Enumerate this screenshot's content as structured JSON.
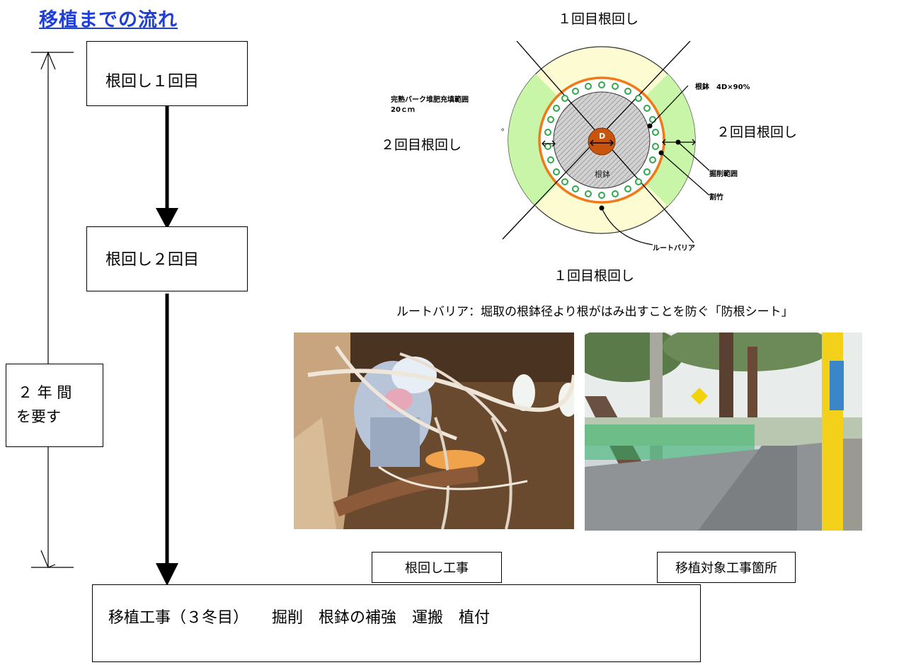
{
  "title": "移植までの流れ",
  "flow": {
    "step1": "根回し１回目",
    "step2": "根回し２回目",
    "step3": "移植工事（３冬目）　　掘削　根鉢の補強　運搬　植付",
    "duration_line1": "２ 年 間",
    "duration_line2": "を要す"
  },
  "diagram": {
    "top_label": "１回目根回し",
    "bottom_label": "１回目根回し",
    "left_label": "２回目根回し",
    "right_label": "２回目根回し",
    "fill_range_line1": "完熟バーク堆肥充填範囲",
    "fill_range_line2": "20ｃｍ",
    "rootball_size": "根鉢　4D×90%",
    "excavation_range": "掘削範囲",
    "split_bamboo": "割竹",
    "root_barrier": "ルートバリア",
    "center_label": "D",
    "rootball_label": "根鉢",
    "dot_mark": "。"
  },
  "note": "ルートバリア：堀取の根鉢径より根がはみ出すことを防ぐ「防根シート」",
  "photos": {
    "left_caption": "根回し工事",
    "right_caption": "移植対象工事箇所"
  },
  "colors": {
    "title": "#1f3fd8",
    "outer_ring": "#fdfbd2",
    "green_zone": "#c8f5a8",
    "orange_ring": "#f07a1a",
    "center": "#c8550e",
    "bamboo": "#2fa84a"
  }
}
